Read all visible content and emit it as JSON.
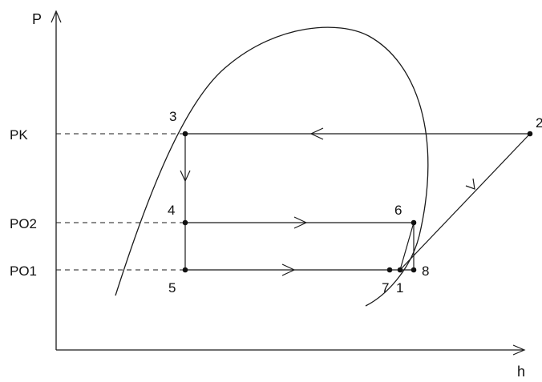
{
  "diagram": {
    "axes": {
      "y_label": "P",
      "x_label": "h"
    },
    "pressure_levels": [
      {
        "key": "pk",
        "label": "PK"
      },
      {
        "key": "po2",
        "label": "PO2"
      },
      {
        "key": "po1",
        "label": "PO1"
      }
    ],
    "state_points": [
      {
        "id": "1",
        "label": "1"
      },
      {
        "id": "2",
        "label": "2"
      },
      {
        "id": "3",
        "label": "3"
      },
      {
        "id": "4",
        "label": "4"
      },
      {
        "id": "5",
        "label": "5"
      },
      {
        "id": "6",
        "label": "6"
      },
      {
        "id": "7",
        "label": "7"
      },
      {
        "id": "8",
        "label": "8"
      }
    ],
    "processes": [
      {
        "from": "2",
        "to": "3"
      },
      {
        "from": "3",
        "to": "4"
      },
      {
        "from": "4",
        "to": "6"
      },
      {
        "from": "5",
        "to": "7"
      },
      {
        "from": "6",
        "to": "1"
      },
      {
        "from": "1",
        "to": "2"
      }
    ],
    "colors": {
      "stroke": "#1a1a1a",
      "background": "#ffffff"
    }
  }
}
